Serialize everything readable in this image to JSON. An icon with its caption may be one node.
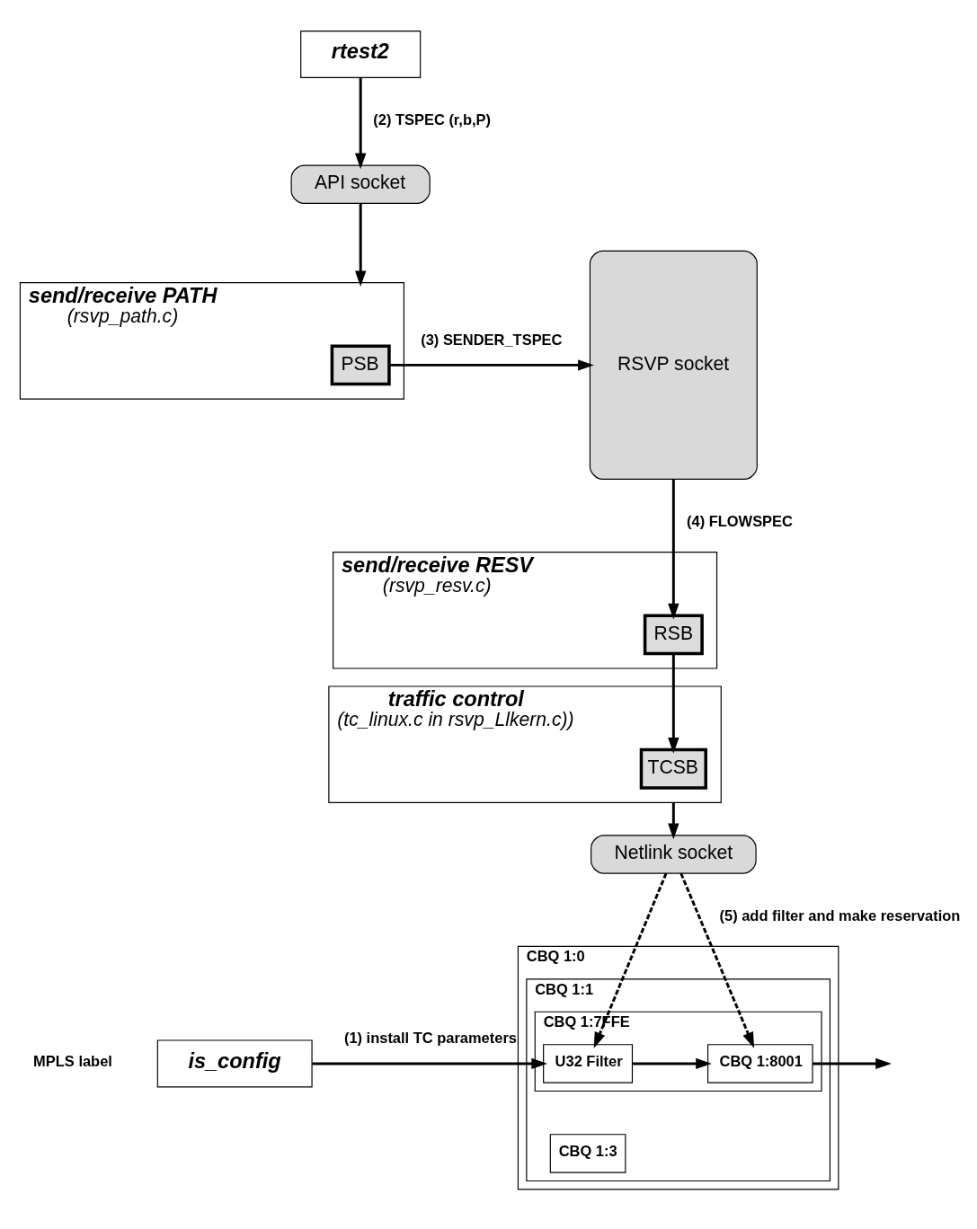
{
  "diagram": {
    "nodes": [
      {
        "text": [
          "rtest2"
        ]
      },
      {
        "text": [
          "API socket"
        ]
      },
      {
        "text": [
          "send/receive PATH",
          "(rsvp_path.c)"
        ]
      },
      {
        "text": [
          "PSB"
        ],
        "in": 2
      },
      {
        "text": [
          "RSVP socket"
        ]
      },
      {
        "text": [
          "send/receive RESV",
          "(rsvp_resv.c)"
        ]
      },
      {
        "text": [
          "RSB"
        ],
        "in": 5
      },
      {
        "text": [
          "traffic control",
          "(tc_linux.c in rsvp_Llkern.c))"
        ]
      },
      {
        "text": [
          "TCSB"
        ],
        "in": 7
      },
      {
        "text": [
          "Netlink socket"
        ]
      },
      {
        "text": [
          "CBQ 1:0"
        ]
      },
      {
        "text": [
          "CBQ 1:1"
        ],
        "in": 10
      },
      {
        "text": [
          "CBQ 1:7FFE"
        ],
        "in": 11
      },
      {
        "text": [
          "U32 Filter"
        ],
        "in": 12
      },
      {
        "text": [
          "CBQ 1:8001"
        ],
        "in": 12
      },
      {
        "text": [
          "CBQ 1:3"
        ],
        "in": 11
      },
      {
        "text": [
          "is_config"
        ]
      }
    ],
    "edges": [
      {
        "from": 0,
        "to": 1,
        "arrow": "to",
        "label": "(2) TSPEC (r,b,P)"
      },
      {
        "from": 1,
        "to": 2,
        "arrow": "to"
      },
      {
        "from": 3,
        "to": 4,
        "arrow": "to",
        "label": "(3) SENDER_TSPEC"
      },
      {
        "from": 4,
        "to": 6,
        "arrow": "to",
        "label": "(4) FLOWSPEC"
      },
      {
        "from": 6,
        "to": 8,
        "arrow": "to"
      },
      {
        "from": 7,
        "to": 9,
        "arrow": "to"
      },
      {
        "from": 9,
        "to": 13,
        "arrow": "to",
        "style": "dashed"
      },
      {
        "from": 9,
        "to": 14,
        "arrow": "to",
        "label": "(5) add filter and make reservation",
        "style": "dashed"
      },
      {
        "from": 16,
        "to": 13,
        "arrow": "to",
        "label": "(1) install TC parameters"
      },
      {
        "from": 13,
        "to": 14,
        "arrow": "to"
      },
      {
        "from": 14,
        "to": null,
        "arrow": "to"
      }
    ],
    "labels": [
      "MPLS label"
    ]
  }
}
